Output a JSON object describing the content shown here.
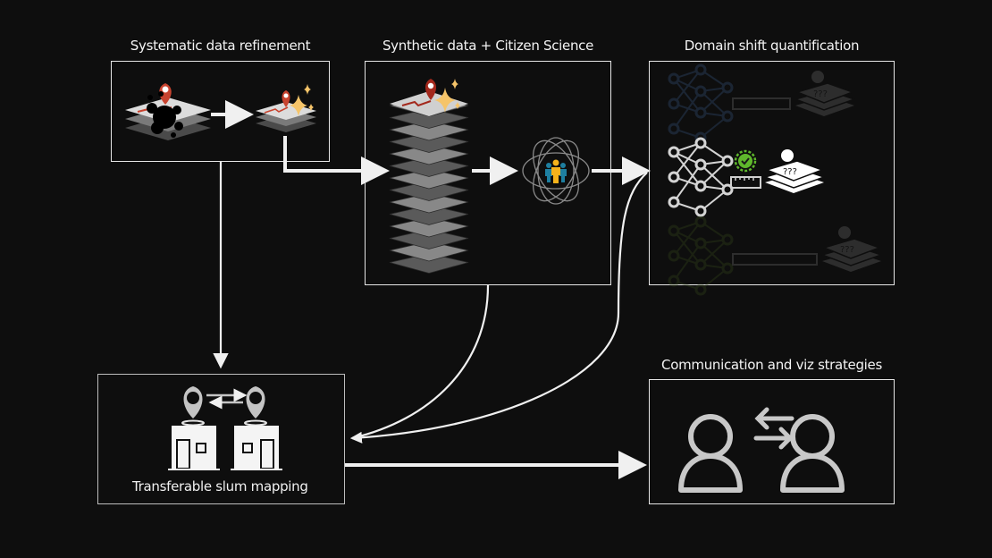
{
  "diagram": {
    "background": "#0e0e0e",
    "nodes": {
      "refinement": {
        "title": "Systematic data refinement"
      },
      "synthetic": {
        "title": "Synthetic data + Citizen Science"
      },
      "domain_shift": {
        "title": "Domain shift quantification",
        "unknown_label": "???"
      },
      "slum_mapping": {
        "caption": "Transferable slum mapping"
      },
      "communication": {
        "title": "Communication and viz strategies"
      }
    },
    "colors": {
      "pin_red": "#c8432f",
      "sparkle_gold": "#f5c469",
      "check_green": "#5fb82c",
      "citizen_yellow": "#f5b21b",
      "citizen_teal": "#1e7fa0",
      "icon_gray": "#c8c8c8"
    },
    "edges": [
      {
        "from": "refinement",
        "to": "synthetic"
      },
      {
        "from": "refinement",
        "to": "slum_mapping"
      },
      {
        "from": "synthetic",
        "to": "domain_shift"
      },
      {
        "from": "synthetic",
        "to": "slum_mapping"
      },
      {
        "from": "domain_shift",
        "to": "slum_mapping"
      },
      {
        "from": "slum_mapping",
        "to": "communication"
      }
    ]
  }
}
